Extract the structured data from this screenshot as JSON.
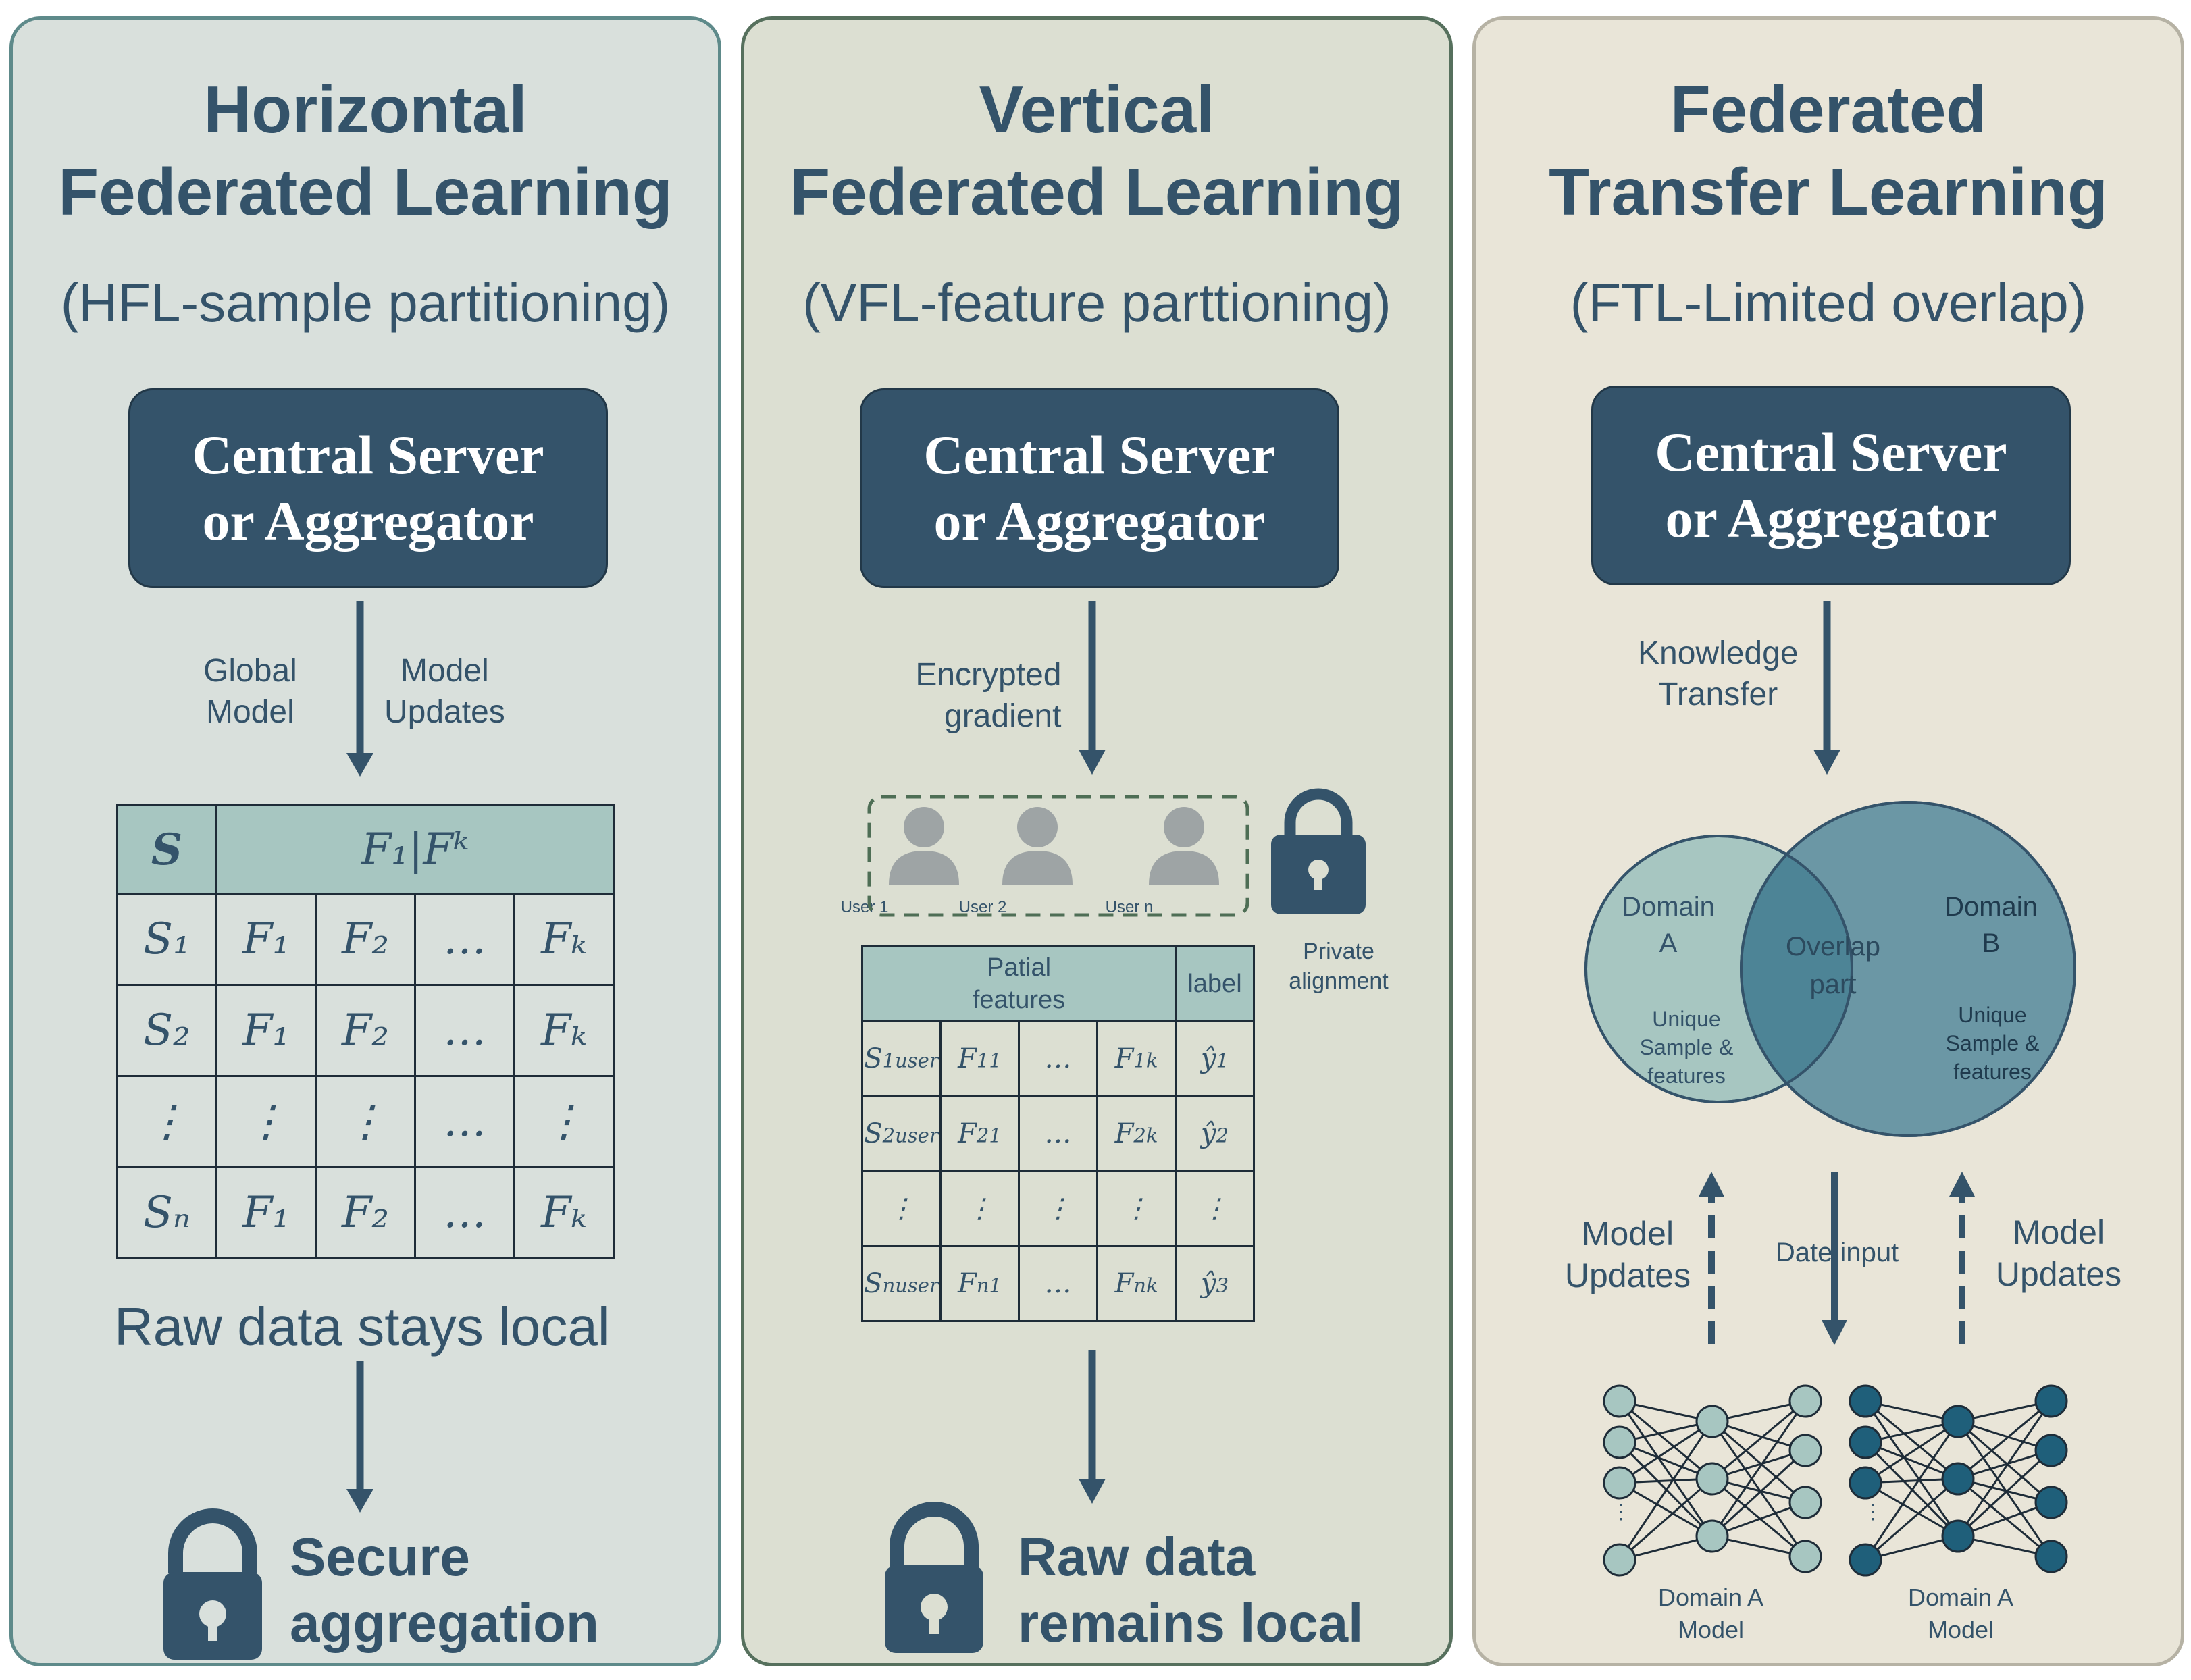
{
  "hfl": {
    "title_line1": "Horizontal",
    "title_line2": "Federated Learning",
    "subtitle": "(HFL-sample partitioning)",
    "server_line1": "Central Server",
    "server_line2": "or Aggregator",
    "arrow_left_label_line1": "Global",
    "arrow_left_label_line2": "Model",
    "arrow_right_label_line1": "Model",
    "arrow_right_label_line2": "Updates",
    "table_header_s": "S",
    "table_header_f": "F₁|Fᵏ",
    "rows": [
      [
        "S₁",
        "F₁",
        "F₂",
        "…",
        "Fₖ"
      ],
      [
        "S₂",
        "F₁",
        "F₂",
        "…",
        "Fₖ"
      ],
      [
        "⋮",
        "⋮",
        "⋮",
        "…",
        "⋮"
      ],
      [
        "Sₙ",
        "F₁",
        "F₂",
        "…",
        "Fₖ"
      ]
    ],
    "caption": "Raw data stays local",
    "footer_line1": "Secure",
    "footer_line2": "aggregation"
  },
  "vfl": {
    "title_line1": "Vertical",
    "title_line2": "Federated Learning",
    "subtitle": "(VFL-feature parttioning)",
    "server_line1": "Central Server",
    "server_line2": "or Aggregator",
    "arrow_label_line1": "Encrypted",
    "arrow_label_line2": "gradient",
    "users": [
      "User 1",
      "User 2",
      "User n"
    ],
    "users_dots": "...",
    "lock_label_line1": "Private",
    "lock_label_line2": "alignment",
    "table_header_features_line1": "Patial",
    "table_header_features_line2": "features",
    "table_header_label": "label",
    "footer_line1": "Raw data",
    "footer_line2": "remains local"
  },
  "ftl": {
    "title_line1": "Federated",
    "title_line2": "Transfer Learning",
    "subtitle": "(FTL-Limited overlap)",
    "server_line1": "Central Server",
    "server_line2": "or Aggregator",
    "arrow_label_line1": "Knowledge",
    "arrow_label_line2": "Transfer",
    "domain_a_line1": "Domain",
    "domain_a_line2": "A",
    "domain_a_unique_line1": "Unique",
    "domain_a_unique_line2": "Sample &",
    "domain_a_unique_line3": "features",
    "overlap_line1": "Overlap",
    "overlap_line2": "part",
    "domain_b_line1": "Domain",
    "domain_b_line2": "B",
    "domain_b_unique_line1": "Unique",
    "domain_b_unique_line2": "Sample &",
    "domain_b_unique_line3": "features",
    "left_updates_line1": "Model",
    "left_updates_line2": "Updates",
    "data_input": "Date input",
    "right_updates_line1": "Model",
    "right_updates_line2": "Updates",
    "model1_line1": "Domain A",
    "model1_line2": "Model",
    "model2_line1": "Domain A",
    "model2_line2": "Model",
    "network_dots": "⋮"
  },
  "colors": {
    "navy": "#34536a",
    "teal_light": "#a7c6c1",
    "teal_mid": "#6b97a5",
    "overlap": "#4d8496",
    "hfl_bg": "#d9e0dc",
    "vfl_bg": "#dcdfd2",
    "ftl_bg": "#e9e5d8"
  },
  "icons": [
    "down-arrow-icon",
    "lock-icon",
    "user-icon",
    "dashed-up-arrow-icon",
    "neural-network-icon"
  ]
}
